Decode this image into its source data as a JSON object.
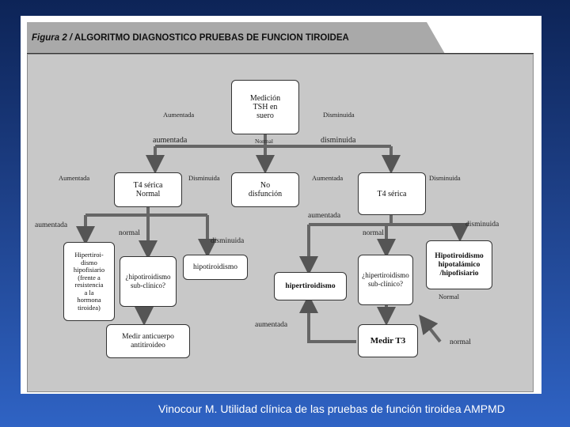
{
  "title": {
    "figure_prefix": "Figura 2 /",
    "heading": "ALGORITMO DIAGNOSTICO PRUEBAS DE FUNCION TIROIDEA"
  },
  "nodes": {
    "tsh": "Medición\nTSH en\nsuero",
    "t4_left": "T4 sérica\nNormal",
    "no_disfuncion": "No\ndisfunción",
    "t4_right": "T4 sérica",
    "hipertiroidismo_hipofisiario": "Hipertiroi-\ndismo\nhipofisiario\n(frente a\nresistencia\na la\nhormona\ntiroidea)",
    "hipotiroidismo_subclinico": "¿hipotiroidismo\nsub-clínico?",
    "hipotiroidismo": "hipotiroidismo",
    "medir_anticuerpo": "Medir anticuerpo\nantitiroideo",
    "hipertiroidismo": "hipertiroidismo",
    "hipertiroidismo_subclinico": "¿hipertiroidismo\nsub-clínico?",
    "hipotiroidismo_hipotalamico": "Hipotiroidismo\nhipotalámico\n/hipofisiario",
    "medir_t3": "Medir T3"
  },
  "labels": {
    "tsh_aumentada": "Aumentada",
    "tsh_disminuida": "Disminuida",
    "aumentada_1": "aumentada",
    "normal_1": "Normal",
    "disminuida_1": "disminuida",
    "t4l_aumentada": "Aumentada",
    "t4l_disminuida": "Disminuida",
    "t4r_aumentada": "Aumentada",
    "t4r_disminuida": "Disminuida",
    "aumentada_2": "aumentada",
    "normal_2": "normal",
    "disminuida_2": "disminuida",
    "aumentada_3": "aumentada",
    "normal_3": "normal",
    "disminuida_3": "disminuida",
    "normal_hipo": "Normal",
    "aumentada_4": "aumentada",
    "normal_4": "normal"
  },
  "citation": "Vinocour M. Utilidad clínica de las pruebas de función tiroidea AMPMD"
}
